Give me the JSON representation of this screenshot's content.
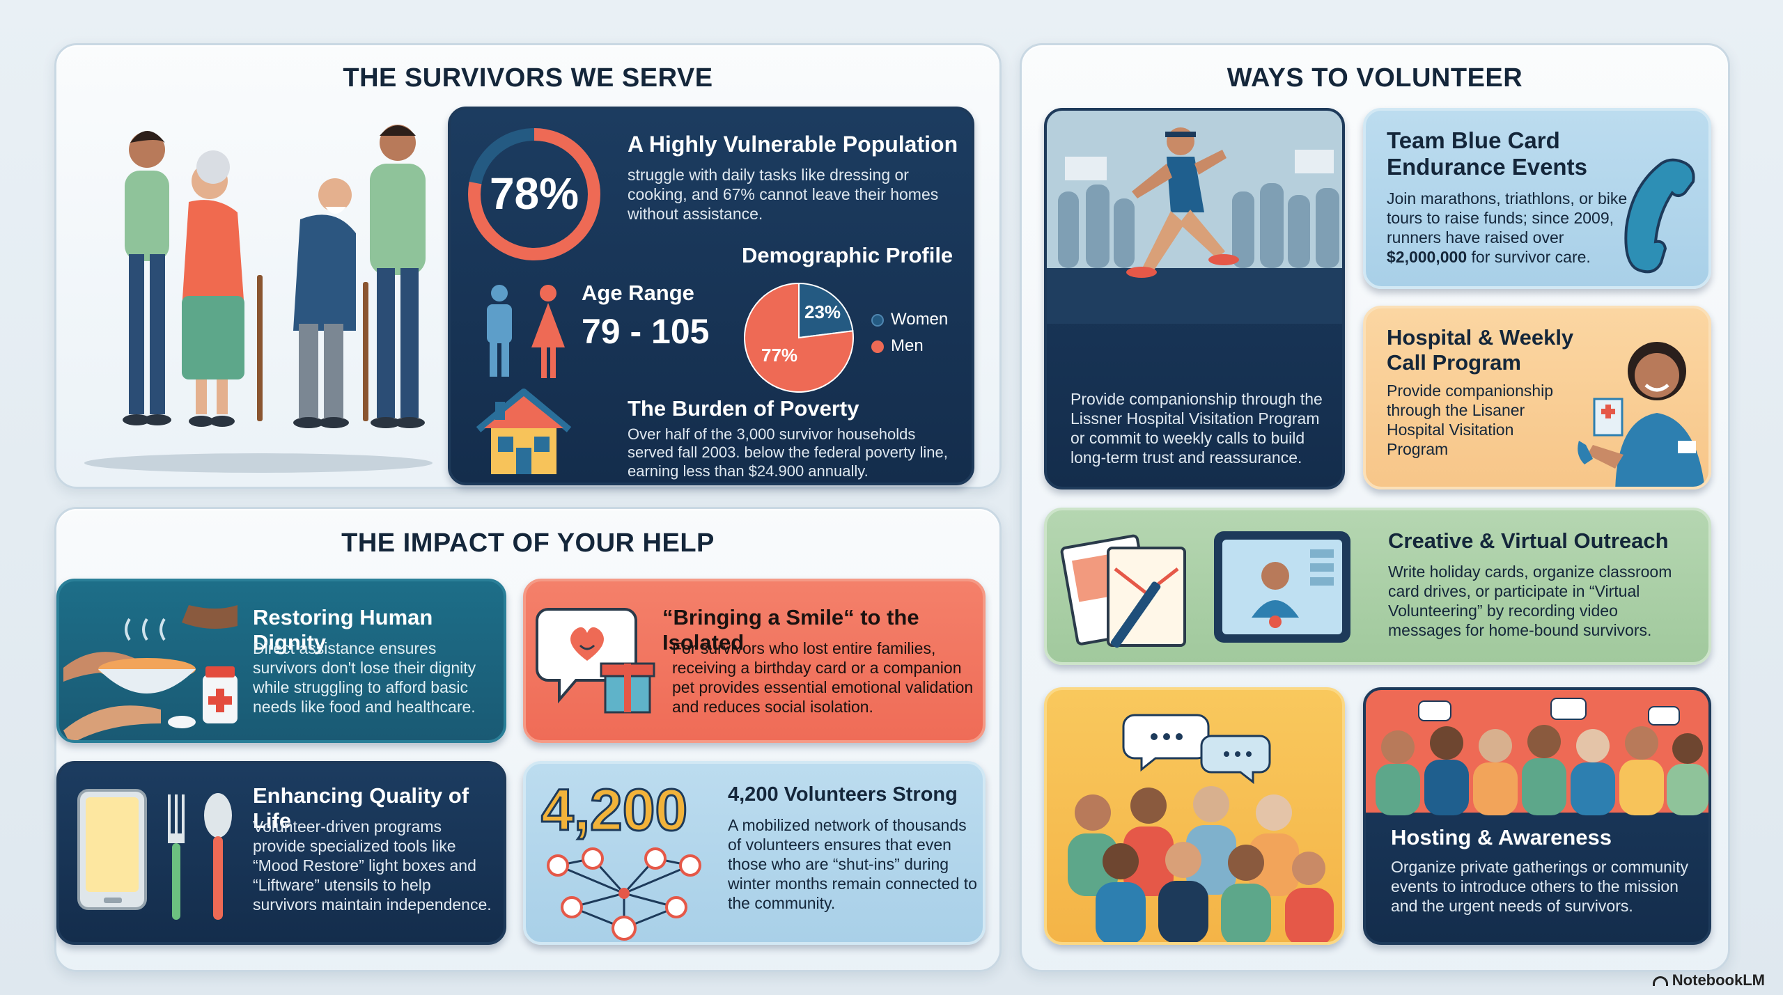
{
  "survivors": {
    "title": "THE SURVIVORS WE SERVE",
    "stat_value": "78%",
    "stat_fraction": 0.78,
    "vulnerable_title": "A Highly Vulnerable Population",
    "vulnerable_text": "struggle with daily tasks like dressing or cooking, and 67% cannot leave their homes without assistance.",
    "demographic_title": "Demographic Profile",
    "age_label": "Age Range",
    "age_value": "79 - 105",
    "pie": {
      "women_pct": 23,
      "men_pct": 77,
      "women_label": "23%",
      "men_label": "77%",
      "legend_women": "Women",
      "legend_men": "Men",
      "women_color": "#245a82",
      "men_color": "#ee6a55"
    },
    "poverty_title": "The Burden of Poverty",
    "poverty_text": "Over half of the 3,000 survivor households served fall 2003. below the federal poverty line, earning less than $24.900 annually."
  },
  "impact": {
    "title": "THE IMPACT OF YOUR HELP",
    "dignity_title": "Restoring Human Dignity",
    "dignity_text": "Direct assistance ensures survivors don't lose their dignity while struggling to afford basic needs like food and healthcare.",
    "smile_title": "“Bringing a Smile“ to the Isolated",
    "smile_text": "For survivors who lost entire families, receiving a birthday card or a companion pet provides essential emotional validation and reduces social isolation.",
    "quality_title": "Enhancing Quality of Life",
    "quality_text": "Volunteer-driven programs provide specialized tools like “Mood Restore” light boxes and “Liftware” utensils to help survivors maintain independence.",
    "volunteers_number": "4,200",
    "volunteers_title": "4,200 Volunteers Strong",
    "volunteers_text": "A mobilized network of thousands of volunteers ensures that even those who are “shut-ins” during winter months remain connected to the community."
  },
  "volunteer": {
    "title": "WAYS TO VOLUNTEER",
    "runner_text": "Provide companionship through the Lissner Hospital Visitation Program or commit to weekly calls to build long-term trust and reassurance.",
    "blue_card_title": "Team Blue Card Endurance Events",
    "blue_card_text": "Join marathons, triathlons, or bike tours to raise funds; since 2009, runners have raised over",
    "blue_card_amount": "$2,000,000",
    "blue_card_suffix": " for survivor care.",
    "hospital_title": "Hospital & Weekly Call Program",
    "hospital_text": "Provide companionship through the Lisaner Hospital Visitation Program",
    "creative_title": "Creative & Virtual Outreach",
    "creative_text": "Write holiday cards, organize classroom card drives, or participate in “Virtual Volunteering” by recording video messages for home-bound survivors.",
    "hosting_title": "Hosting & Awareness",
    "hosting_text": "Organize private gatherings or community events to introduce others to the mission and the urgent needs of survivors."
  },
  "brand": "NotebookLM"
}
